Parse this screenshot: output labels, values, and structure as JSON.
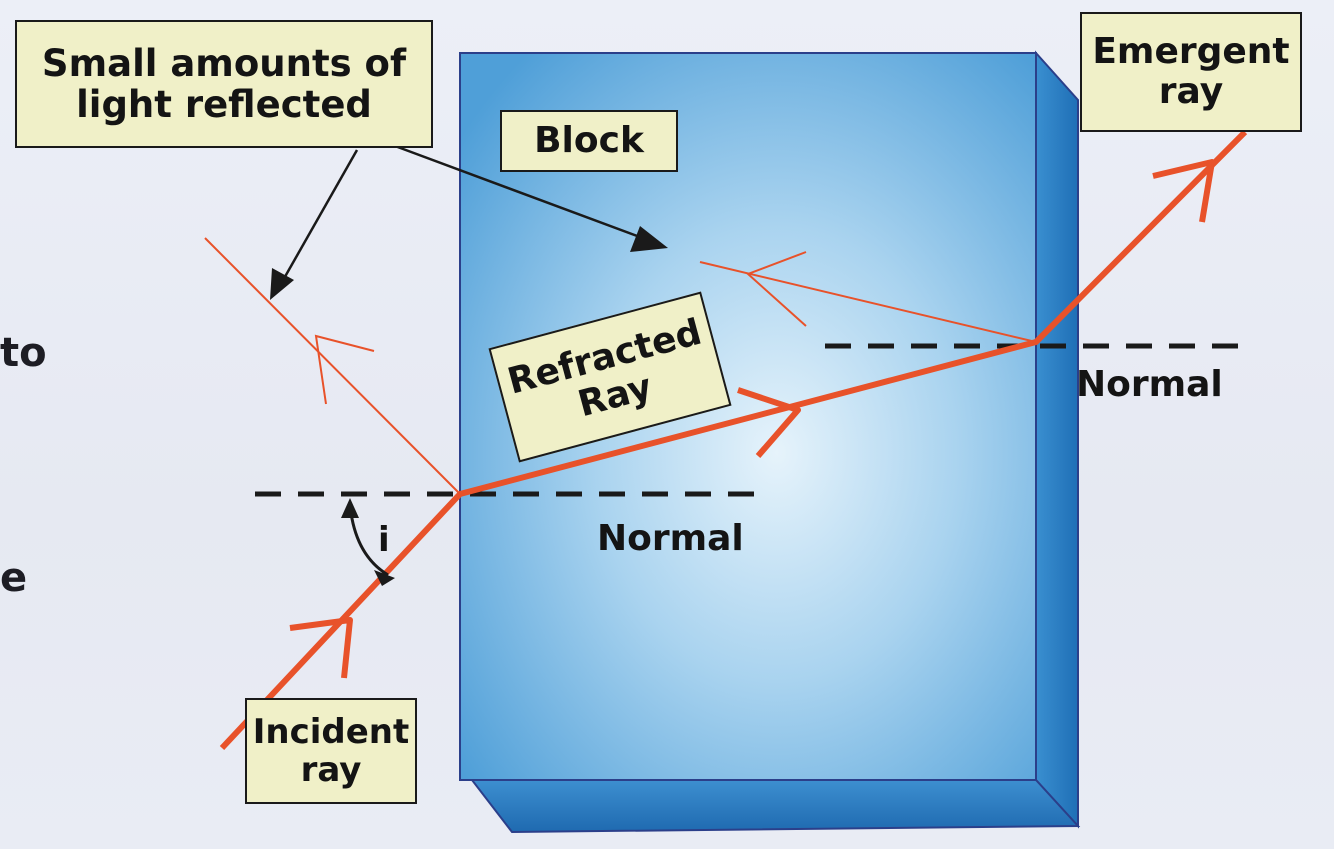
{
  "labels": {
    "reflected": [
      "Small amounts of",
      "light reflected"
    ],
    "block": "Block",
    "emergent": [
      "Emergent",
      "ray"
    ],
    "refracted": [
      "Refracted",
      "Ray"
    ],
    "incident": [
      "Incident",
      "ray"
    ],
    "normal_left": "Normal",
    "normal_right": "Normal",
    "angle": "i"
  },
  "background_text": {
    "left_1": "to",
    "left_2": "e"
  },
  "colors": {
    "ray": "#e8522a",
    "block_face": "#6fb6e4",
    "block_side": "#2c84c8",
    "label_fill": "#f0f0c8"
  }
}
